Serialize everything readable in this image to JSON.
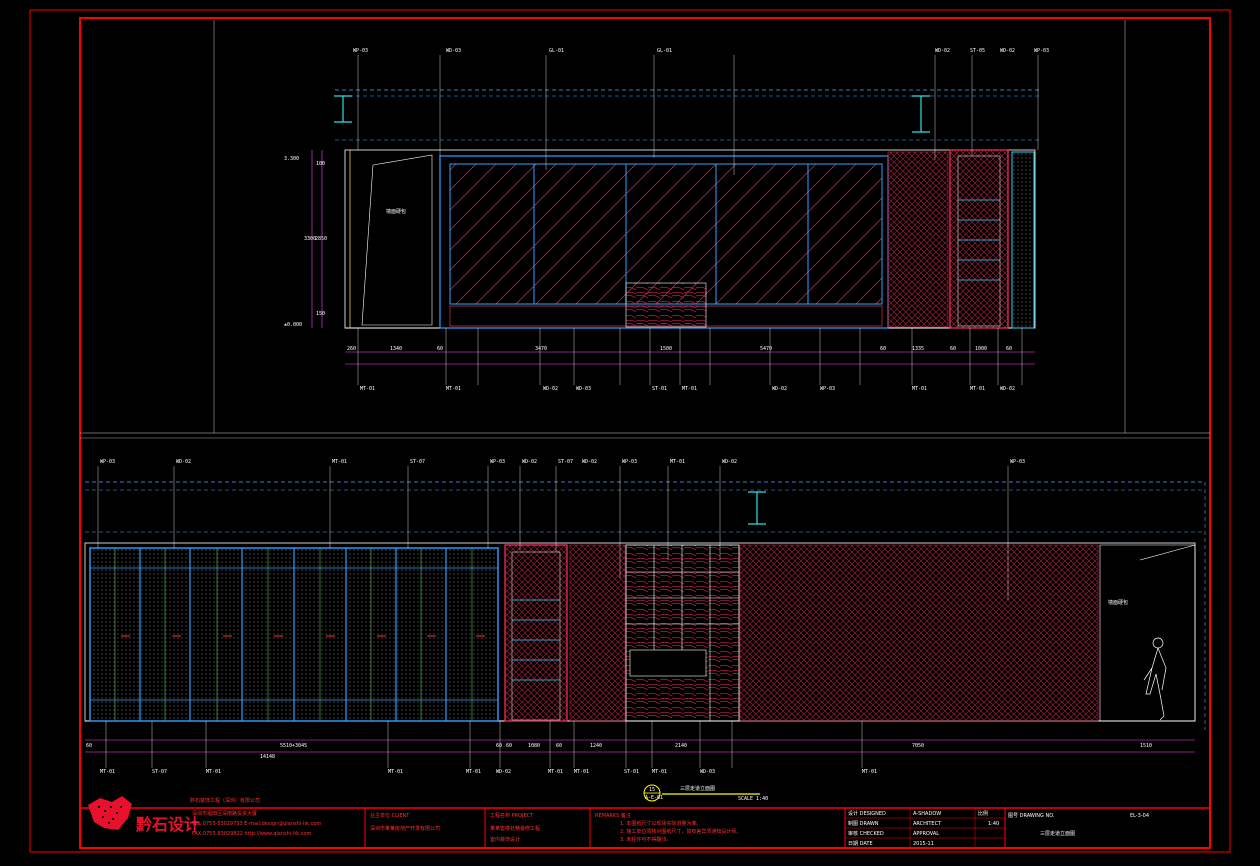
{
  "drawing": {
    "title": "三层走道立面图",
    "scale": "1:40",
    "scale_note": "SCALE 1:40",
    "view_marker_top": "15",
    "view_marker_bottom": "A-E-01",
    "view_title": "三层走道立面图"
  },
  "elevation_top": {
    "dims": [
      "260",
      "1340",
      "60",
      "3470",
      "1500",
      "5470",
      "60",
      "1335",
      "60",
      "1000",
      "60"
    ],
    "vert_dims": [
      "100",
      "3300",
      "2850",
      "150"
    ],
    "level_labels": [
      "3.300",
      "±0.000"
    ],
    "tags_top": [
      "WP-03",
      "WD-03",
      "GL-01",
      "GL-01",
      "WD-02",
      "ST-05",
      "WD-02",
      "WP-03"
    ],
    "tags_bottom": [
      "MT-01",
      "MT-01",
      "WD-02",
      "WD-03",
      "ST-01",
      "MT-01",
      "WD-02",
      "WP-03",
      "MT-01",
      "MT-01",
      "WD-02"
    ],
    "annotation": "墙面硬包"
  },
  "elevation_bottom": {
    "dims_total": "14148",
    "dims": [
      "60",
      "5510+3045",
      "60",
      "60",
      "1080",
      "60",
      "1240",
      "2140",
      "7050",
      "1510"
    ],
    "tags_top": [
      "WP-03",
      "WD-02",
      "MT-01",
      "ST-07",
      "WP-03",
      "WD-02",
      "ST-07",
      "WD-02",
      "WP-03",
      "MT-01",
      "WD-02",
      "WP-03"
    ],
    "tags_bottom": [
      "MT-01",
      "ST-07",
      "MT-01",
      "MT-01",
      "MT-01",
      "WD-02",
      "MT-01",
      "MT-01",
      "ST-01",
      "MT-01",
      "WD-03",
      "MT-01"
    ],
    "annotation": "墙面硬包"
  },
  "title_block": {
    "company_logo_text": "黔石设计",
    "company_name": "黔石装饰工程（深圳）有限公司",
    "company_addr": "深圳市福田区深南路投资大厦",
    "company_tel": "TEL:0755-83029733   E-mail:design@qianshi-hk.com",
    "company_fax": "FAX:0755-83029822   http://www.qianshi-hk.com",
    "client_label": "业主单位 CLIENT",
    "client_name": "深圳市某某房地产开发有限公司",
    "project_label": "工程名称 PROJECT",
    "project_name": "某某售楼处精装修工程",
    "project_sub": "室内装饰设计",
    "remarks_label": "REMARKS 备注",
    "remarks": [
      "1. 本图纸尺寸以现场实际测量为准。",
      "2. 施工单位须核对图纸尺寸，如有差异须通知设计师。",
      "3. 未经许可不得翻印。"
    ],
    "fields": [
      {
        "k": "设计 DESIGNED",
        "v": "A-SHADOW"
      },
      {
        "k": "制图 DRAWN",
        "v": "ARCHITECT"
      },
      {
        "k": "审核 CHECKED",
        "v": "APPROVAL"
      },
      {
        "k": "日期 DATE",
        "v": "2015-11"
      }
    ],
    "scale_label": "比例",
    "scale_value": "1:40",
    "drawing_no_label": "图号 DRAWING NO.",
    "drawing_no": "EL-3-04",
    "sheet_title": "三层走道立面图"
  }
}
